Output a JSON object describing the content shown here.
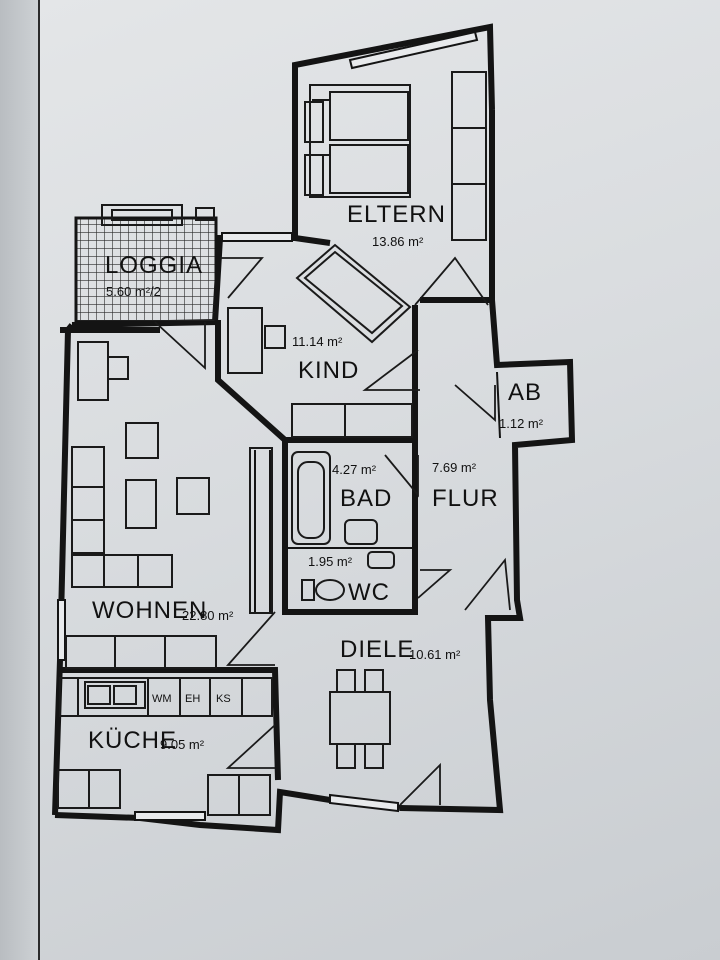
{
  "plan": {
    "rooms": [
      {
        "id": "eltern",
        "name": "ELTERN",
        "area": "13.86 m²"
      },
      {
        "id": "loggia",
        "name": "LOGGIA",
        "area": "5.60 m²/2"
      },
      {
        "id": "kind",
        "name": "KIND",
        "area": "11.14 m²"
      },
      {
        "id": "ab",
        "name": "AB",
        "area": "1.12 m²"
      },
      {
        "id": "bad",
        "name": "BAD",
        "area": "4.27 m²"
      },
      {
        "id": "flur",
        "name": "FLUR",
        "area": "7.69 m²"
      },
      {
        "id": "wc",
        "name": "WC",
        "area": "1.95 m²"
      },
      {
        "id": "wohnen",
        "name": "WOHNEN",
        "area": "22.80 m²"
      },
      {
        "id": "diele",
        "name": "DIELE",
        "area": "10.61 m²"
      },
      {
        "id": "kueche",
        "name": "KÜCHE",
        "area": "9.05 m²"
      }
    ],
    "appliances": [
      "WM",
      "EH",
      "KS"
    ]
  }
}
